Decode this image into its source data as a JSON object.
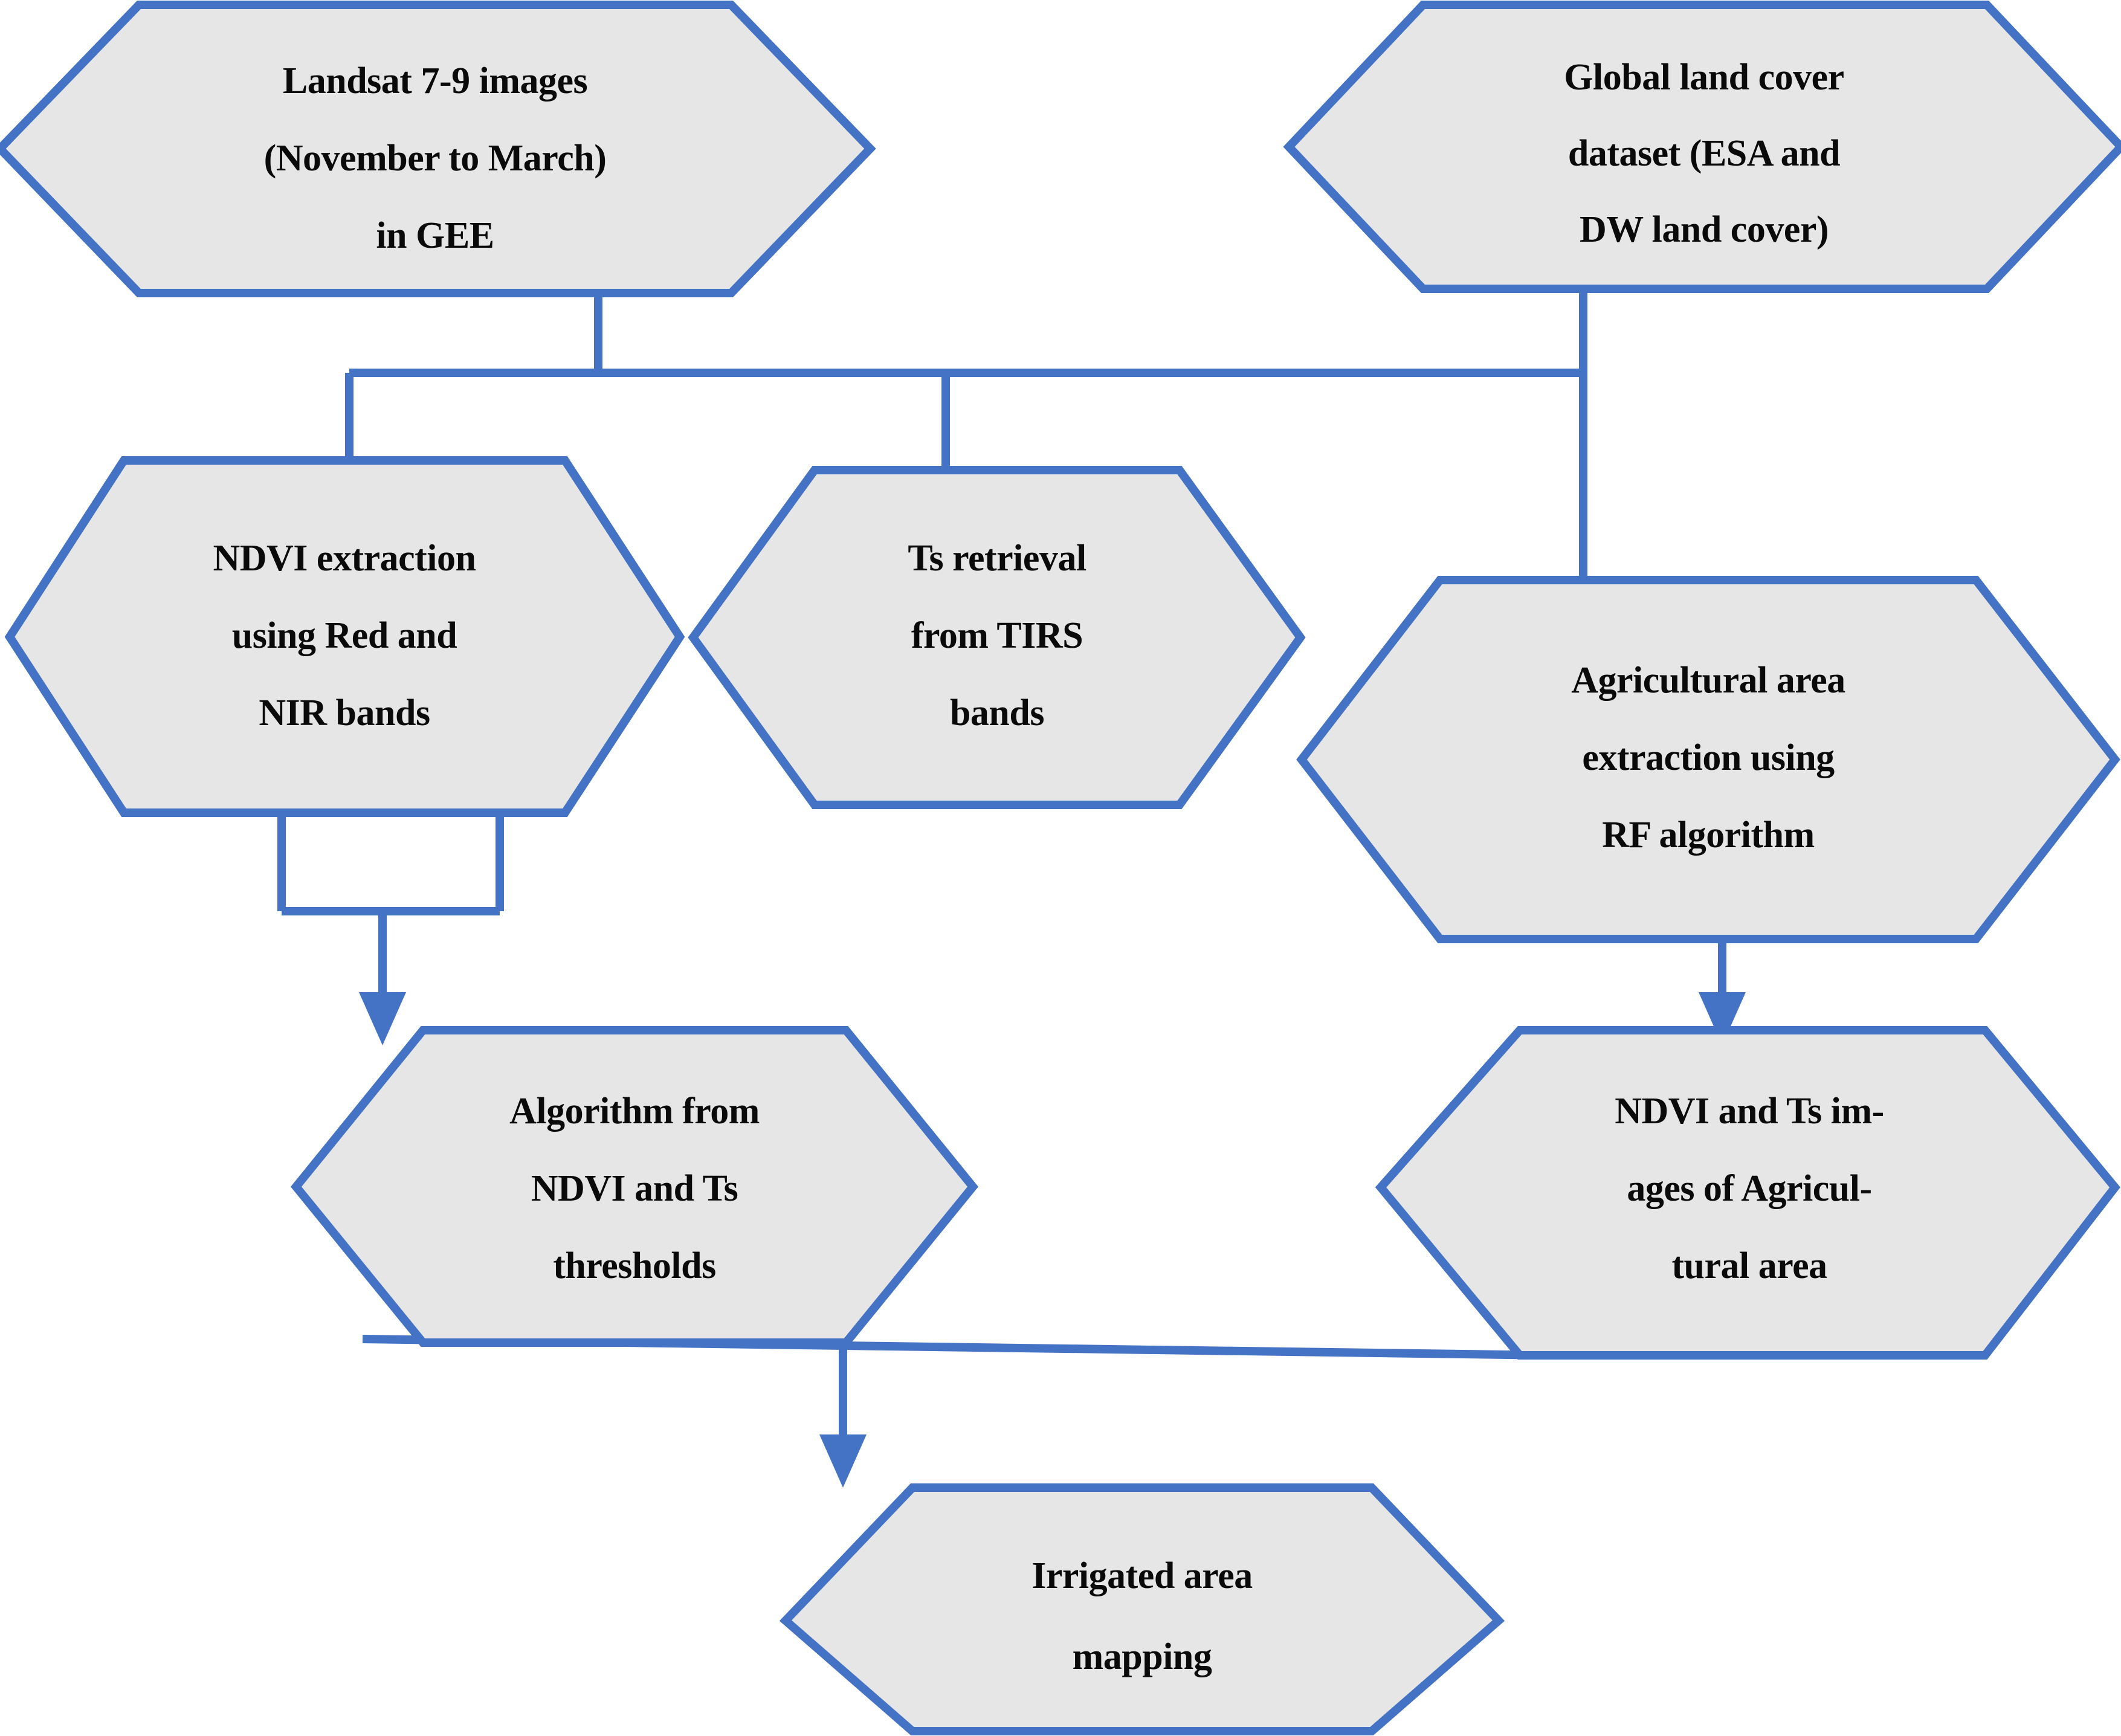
{
  "diagram": {
    "title": "Irrigated area mapping workflow",
    "style": {
      "node_fill": "#E6E6E6",
      "node_border": "#4472C4",
      "connector_color": "#4472C4",
      "text_color": "#0a0a0a",
      "background": "#ffffff"
    },
    "nodes": [
      {
        "id": "landsat",
        "shape": "hexagon",
        "lines": [
          "Landsat 7-9 images",
          "(November to March)",
          "in GEE"
        ]
      },
      {
        "id": "landcover",
        "shape": "hexagon",
        "lines": [
          "Global land cover",
          "dataset (ESA and",
          "DW land cover)"
        ]
      },
      {
        "id": "ndvi",
        "shape": "hexagon",
        "lines": [
          "NDVI extraction",
          "using Red and",
          "NIR bands"
        ]
      },
      {
        "id": "ts",
        "shape": "hexagon",
        "lines": [
          "Ts retrieval",
          "from TIRS",
          "bands"
        ]
      },
      {
        "id": "agri",
        "shape": "hexagon",
        "lines": [
          "Agricultural area",
          "extraction using",
          "RF algorithm"
        ]
      },
      {
        "id": "algorithm",
        "shape": "hexagon",
        "lines": [
          "Algorithm from",
          "NDVI and Ts",
          "thresholds"
        ]
      },
      {
        "id": "ndvits_images",
        "shape": "hexagon",
        "lines": [
          "NDVI and Ts im-",
          "ages of Agricul-",
          "tural area"
        ]
      },
      {
        "id": "irrigated",
        "shape": "hexagon",
        "lines": [
          "Irrigated area",
          "mapping"
        ]
      }
    ],
    "edges": [
      {
        "id": "landsat-to-ndvi",
        "from": "landsat",
        "to": "ndvi",
        "arrow": false
      },
      {
        "id": "landsat-to-ts",
        "from": "landsat",
        "to": "ts",
        "arrow": false
      },
      {
        "id": "landcover-to-agri",
        "from": "landcover",
        "to": "agri",
        "arrow": false
      },
      {
        "id": "landsat-to-agri",
        "from": "landsat",
        "to": "agri",
        "arrow": false
      },
      {
        "id": "ndvi-to-algorithm",
        "from": "ndvi",
        "to": "algorithm",
        "arrow": true
      },
      {
        "id": "ts-to-algorithm",
        "from": "ts",
        "to": "algorithm",
        "arrow": true
      },
      {
        "id": "agri-to-ndvits",
        "from": "agri",
        "to": "ndvits_images",
        "arrow": true
      },
      {
        "id": "algorithm-to-irrigated",
        "from": "algorithm",
        "to": "irrigated",
        "arrow": true
      },
      {
        "id": "ndvits-to-irrigated",
        "from": "ndvits_images",
        "to": "irrigated",
        "arrow": true
      }
    ]
  }
}
